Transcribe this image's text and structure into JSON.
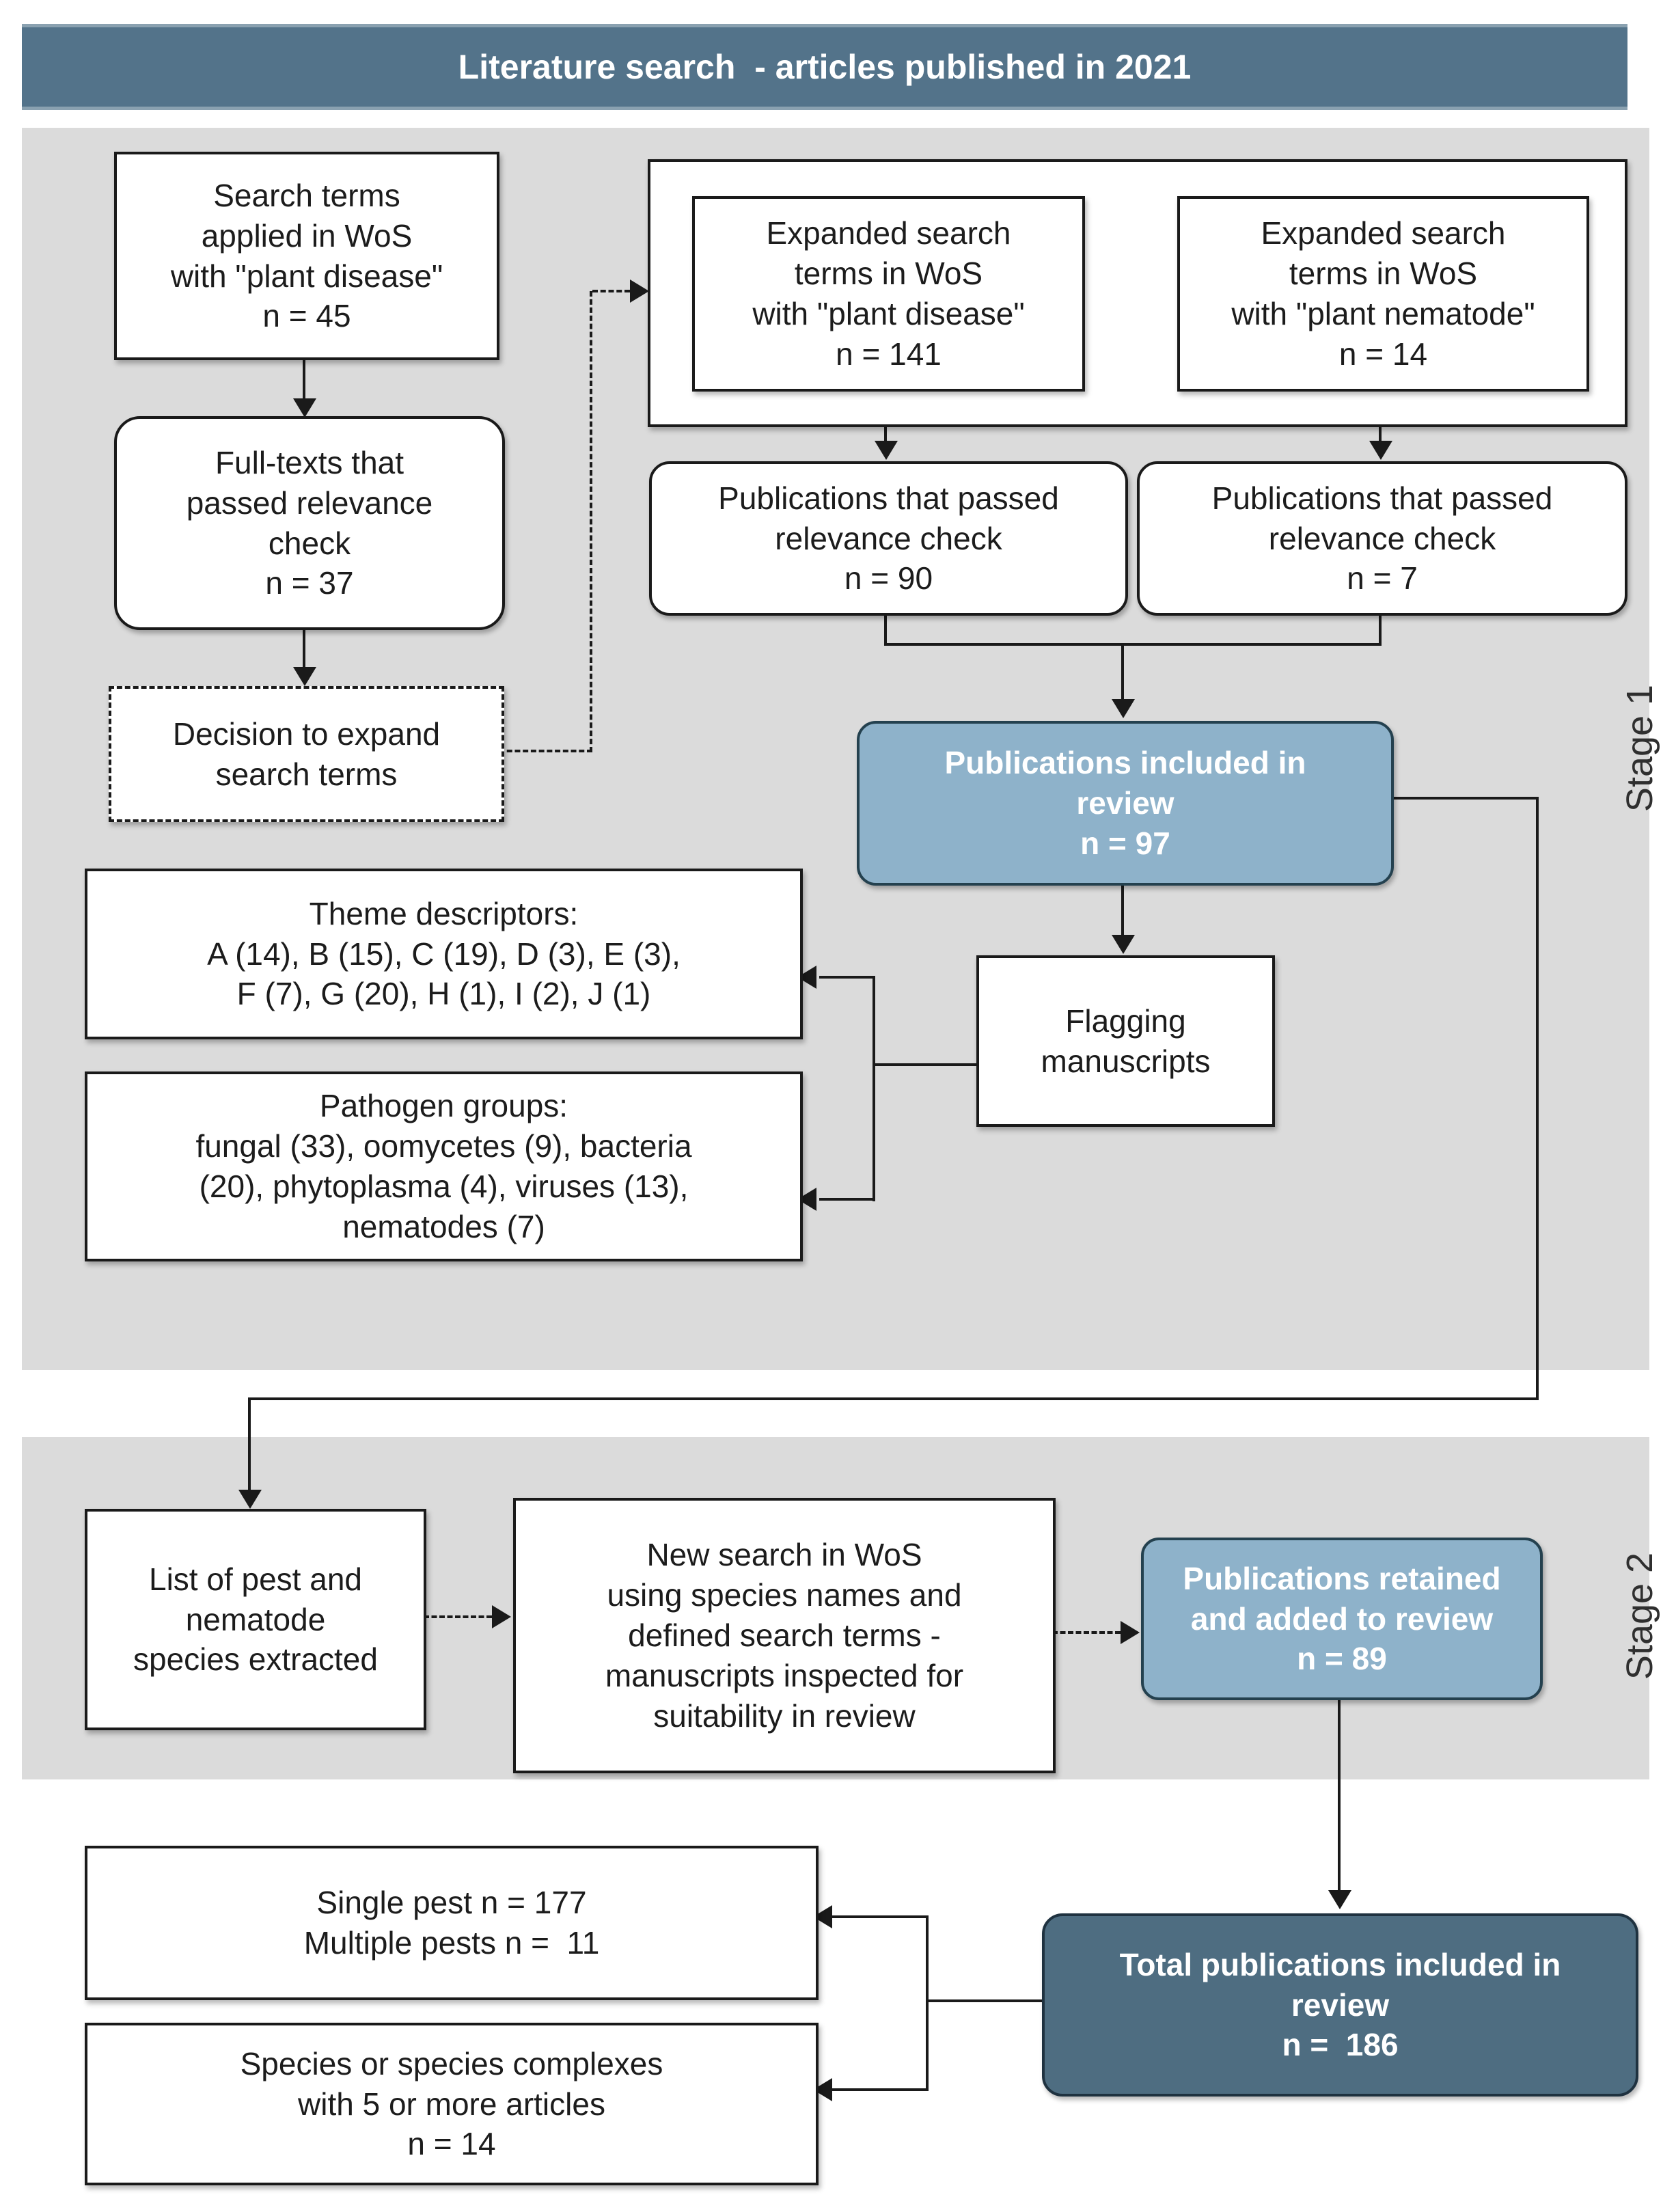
{
  "title_bar": {
    "text": "Literature search  - articles published in 2021"
  },
  "stage_labels": {
    "stage1": "Stage 1",
    "stage2": "Stage 2"
  },
  "boxes": {
    "search_terms": {
      "text": "Search terms\napplied in WoS\nwith \"plant disease\"\nn = 45"
    },
    "fulltexts_passed": {
      "text": "Full-texts that\npassed relevance\ncheck\nn = 37"
    },
    "decision_expand": {
      "text": "Decision to expand\nsearch terms"
    },
    "expanded_disease": {
      "text": "Expanded search\nterms in WoS\nwith \"plant disease\"\nn = 141"
    },
    "expanded_nematode": {
      "text": "Expanded search\nterms in WoS\nwith \"plant nematode\"\nn = 14"
    },
    "pub_passed_90": {
      "text": "Publications that passed\nrelevance check\nn = 90"
    },
    "pub_passed_7": {
      "text": "Publications that passed\nrelevance check\nn = 7"
    },
    "included_review_97": {
      "text": "Publications included in\nreview\nn = 97"
    },
    "theme_descriptors": {
      "text": "Theme descriptors:\nA (14), B (15), C (19), D (3), E (3),\nF (7), G (20), H (1), I (2), J (1)"
    },
    "pathogen_groups": {
      "text": "Pathogen groups:\nfungal (33), oomycetes (9), bacteria\n(20), phytoplasma (4), viruses (13),\nnematodes (7)"
    },
    "flagging": {
      "text": "Flagging\nmanuscripts"
    },
    "species_list": {
      "text": "List of pest and\nnematode\nspecies extracted"
    },
    "new_search": {
      "text": "New search in WoS\nusing species names and\ndefined search terms -\nmanuscripts inspected for\nsuitability in review"
    },
    "retained_89": {
      "text": "Publications retained\nand added to review\nn = 89"
    },
    "total_186": {
      "text": "Total publications included in\nreview\nn =  186"
    },
    "single_multiple": {
      "text": "Single pest n = 177\nMultiple pests n =  11"
    },
    "species_complexes": {
      "text": "Species or species complexes\nwith 5 or more articles\nn = 14"
    }
  },
  "colors": {
    "title_bar_bg": "#53738a",
    "stage_panel_bg": "#dbdbdb",
    "light_blue_box": "#8eb2ca",
    "dark_blue_box": "#4e6d81",
    "box_border": "#1a1a1a",
    "text": "#1c1c1c",
    "white_text": "#ffffff"
  }
}
